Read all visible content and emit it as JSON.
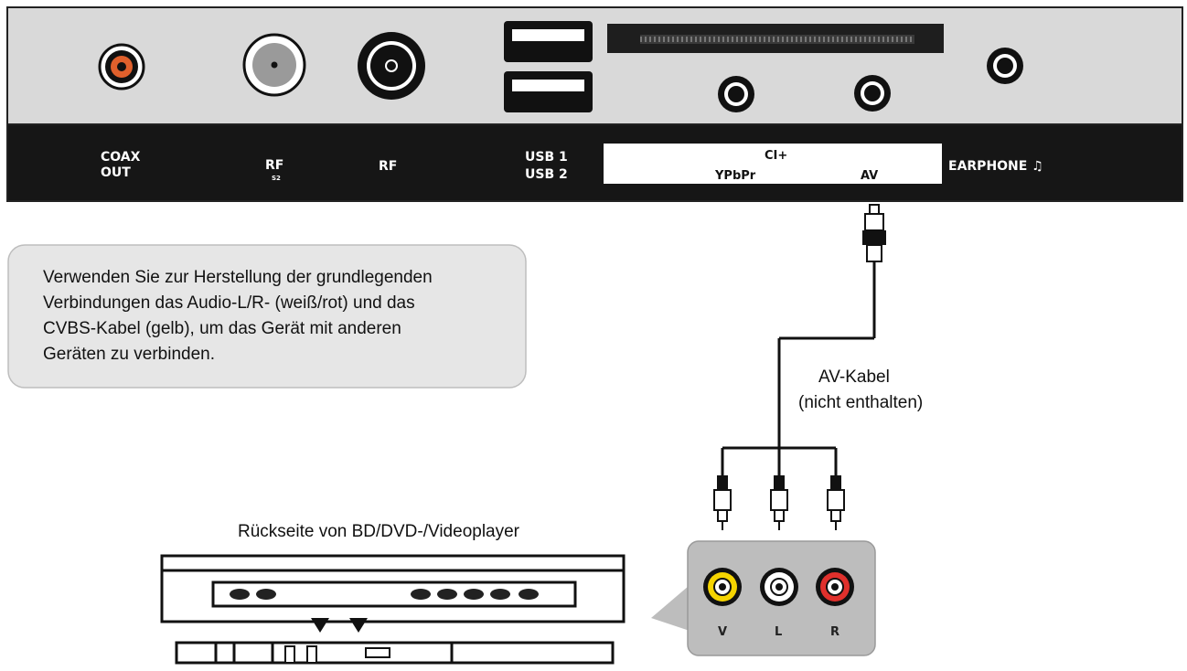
{
  "panel": {
    "ports": {
      "coax": [
        "COAX",
        "OUT"
      ],
      "rf_sat": "RF",
      "rf_sat_sub": "S2",
      "rf": "RF",
      "usb": [
        "USB 1",
        "USB 2"
      ],
      "ci": "CI+",
      "ypbpr": "YPbPr",
      "av": "AV",
      "earphone": "EARPHONE ♫"
    }
  },
  "note": {
    "lines": [
      "Verwenden Sie zur Herstellung der grundlegenden",
      "Verbindungen das Audio-L/R- (weiß/rot) und das",
      "CVBS-Kabel (gelb), um das Gerät mit anderen",
      "Geräten zu verbinden."
    ]
  },
  "cable": {
    "lines": [
      "AV-Kabel",
      "(nicht enthalten)"
    ]
  },
  "player": {
    "caption": "Rückseite von BD/DVD-/Videoplayer"
  },
  "jacks": {
    "labels": [
      "V",
      "L",
      "R"
    ],
    "colors": {
      "video": "#f5d400",
      "left": "#ffffff",
      "right": "#e0302c"
    }
  }
}
